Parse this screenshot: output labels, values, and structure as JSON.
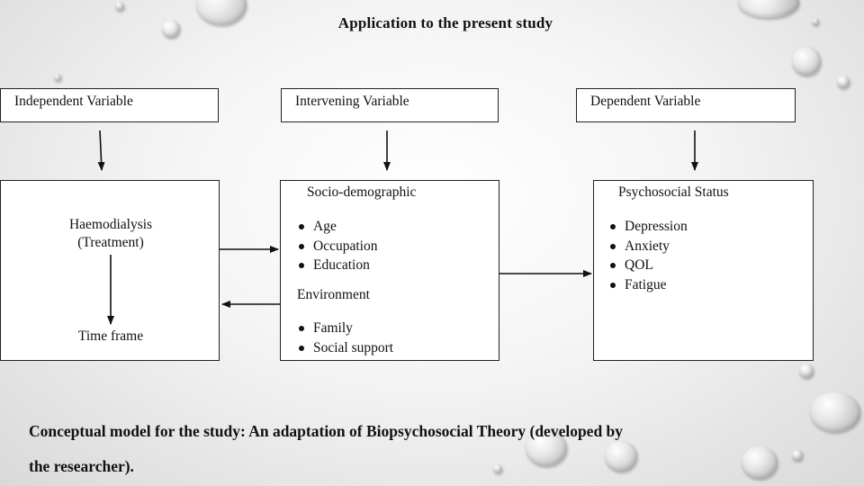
{
  "title": "Application to the present study",
  "headers": {
    "independent": "Independent Variable",
    "intervening": "Intervening Variable",
    "dependent": "Dependent Variable"
  },
  "left_box": {
    "line1": "Haemodialysis",
    "line2": "(Treatment)",
    "time_frame": "Time frame"
  },
  "middle_box": {
    "heading1": "Socio-demographic",
    "items1": [
      "Age",
      "Occupation",
      "Education"
    ],
    "heading2": "Environment",
    "items2": [
      "Family",
      "Social support"
    ]
  },
  "right_box": {
    "heading": "Psychosocial Status",
    "items": [
      "Depression",
      "Anxiety",
      "QOL",
      "Fatigue"
    ]
  },
  "caption": {
    "line1": "Conceptual model for the study: An adaptation of Biopsychosocial Theory (developed by",
    "line2": "the researcher)."
  }
}
